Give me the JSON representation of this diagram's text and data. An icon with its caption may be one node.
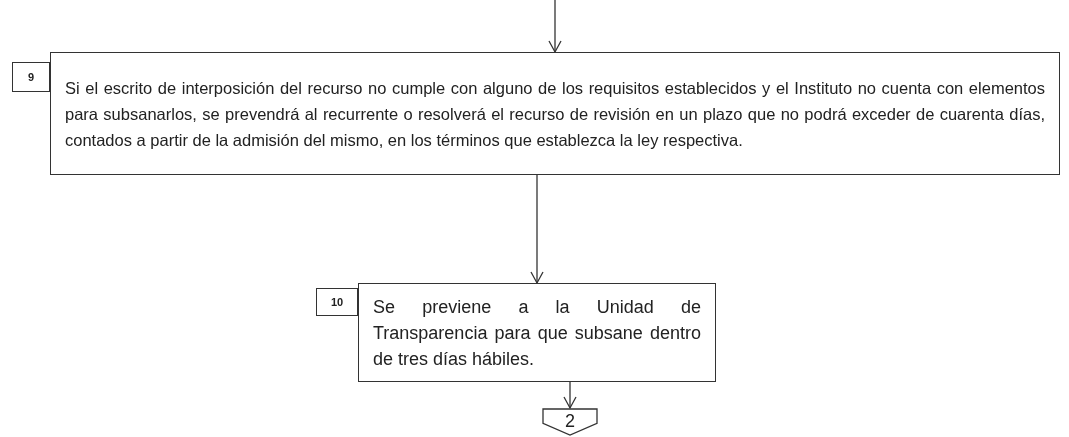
{
  "diagram": {
    "nodes": [
      {
        "text": [
          "9"
        ]
      },
      {
        "text": [
          "Si el escrito de interposición del recurso no cumple con alguno de los requisitos establecidos y el Instituto no cuenta con elementos para subsanarlos, se prevendrá al recurrente o resolverá el recurso de revisión en un plazo que no podrá exceder de cuarenta días, contados a partir de la admisión del mismo, en los términos que establezca la ley respectiva."
        ]
      },
      {
        "text": [
          "10"
        ]
      },
      {
        "text": [
          "Se previene a la Unidad de Transparencia para que subsane dentro de tres días hábiles."
        ]
      },
      {
        "text": [
          "2"
        ]
      }
    ],
    "edges": [
      {
        "from": null,
        "to": 1,
        "arrow": "to"
      },
      {
        "from": 1,
        "to": 3,
        "arrow": "to"
      },
      {
        "from": 3,
        "to": 4,
        "arrow": "to"
      }
    ]
  }
}
